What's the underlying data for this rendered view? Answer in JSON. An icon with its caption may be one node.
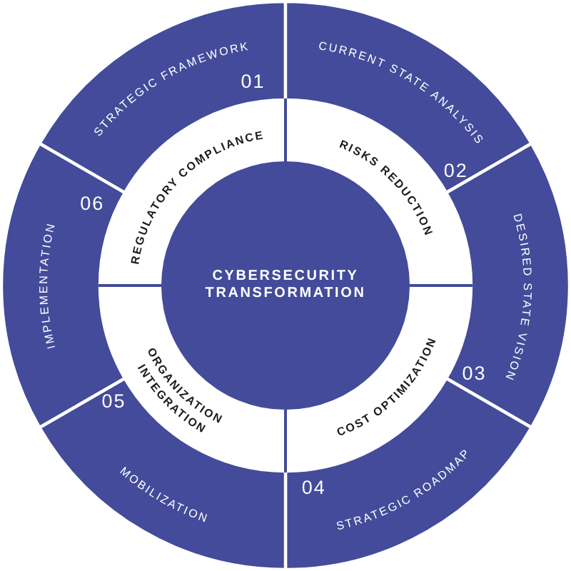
{
  "diagram": {
    "nodes": [
      {
        "text": [
          "CYBERSECURITY TRANSFORMATION"
        ]
      },
      {
        "text": [
          "REGULATORY COMPLIANCE"
        ]
      },
      {
        "text": [
          "RISKS REDUCTION"
        ]
      },
      {
        "text": [
          "COST OPTIMIZATION"
        ]
      },
      {
        "text": [
          "ORGANIZATION INTEGRATION"
        ]
      },
      {
        "text": [
          "STRATEGIC FRAMEWORK",
          "01"
        ]
      },
      {
        "text": [
          "CURRENT STATE ANALYSIS",
          "02"
        ]
      },
      {
        "text": [
          "03",
          "DESIRED STATE VISION"
        ]
      },
      {
        "text": [
          "04",
          "STRATEGIC ROADMAP"
        ]
      },
      {
        "text": [
          "05",
          "MOBILIZATION"
        ]
      },
      {
        "text": [
          "IMPLEMENTATION",
          "06"
        ]
      }
    ]
  }
}
